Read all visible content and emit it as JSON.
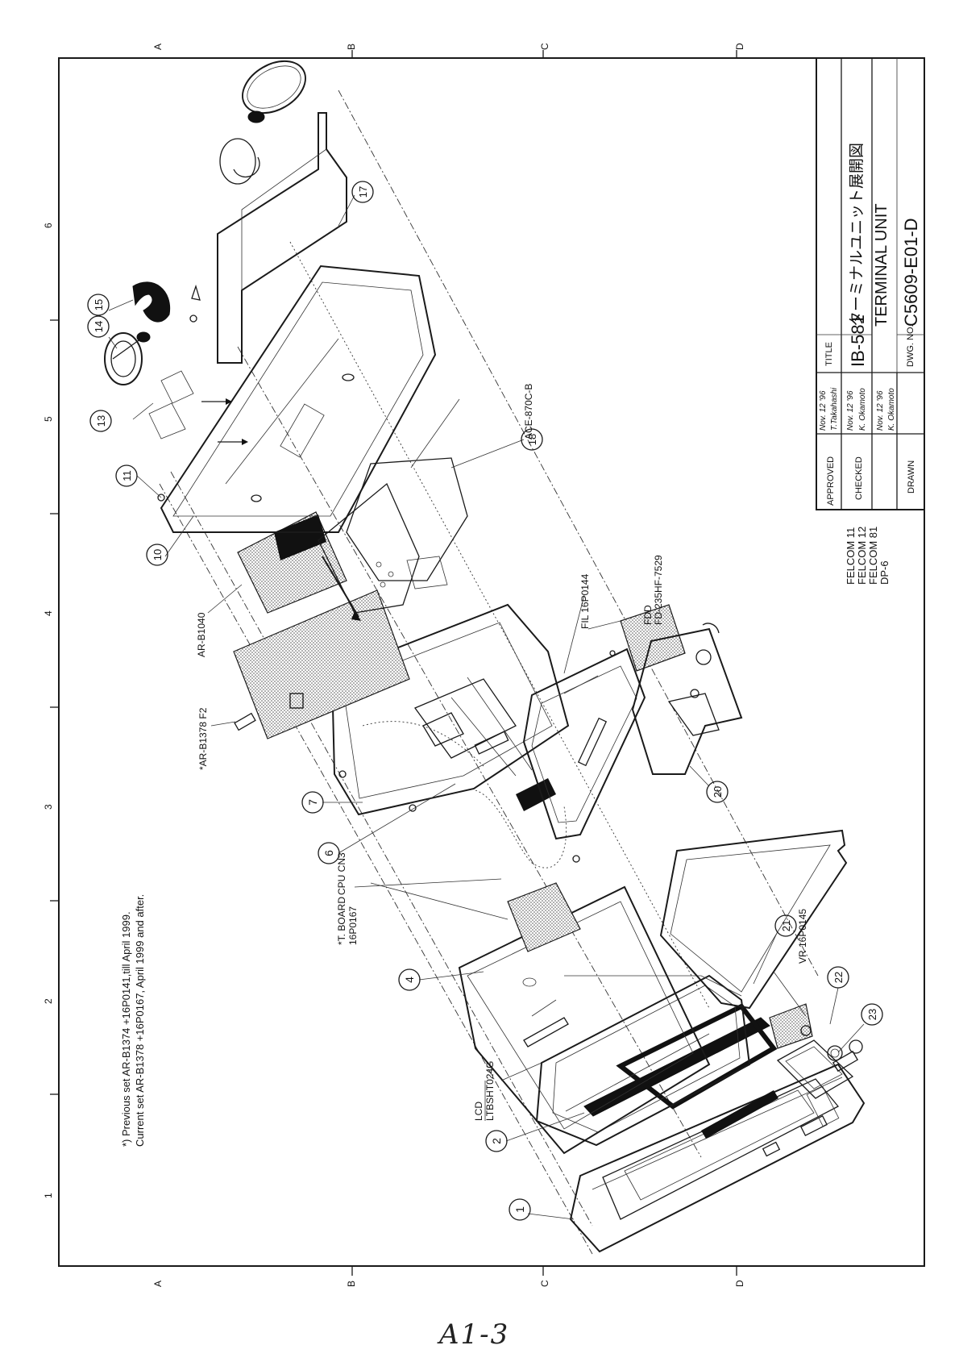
{
  "border": {
    "rows": [
      "A",
      "B",
      "C",
      "D"
    ],
    "cols": [
      "1",
      "2",
      "3",
      "4",
      "5",
      "6"
    ]
  },
  "notes": {
    "line1": "*) Previous set AR-B1374 +16P0141,till April 1999.",
    "line2": "Current set AR-B1378 +16P0167, April 1999 and after."
  },
  "title_block": {
    "approved_label": "APPROVED",
    "checked_label": "CHECKED",
    "drawn_label": "DRAWN",
    "approved_sig_date": "Nov. 12 '96",
    "approved_sig_name": "T.Takahashi",
    "checked_sig_date": "Nov. 12 '96",
    "checked_sig_name": "K. Okamoto",
    "drawn_sig_date": "Nov. 12 '96",
    "drawn_sig_name": "K. Okamoto",
    "title_label": "TITLE",
    "dwg_label": "DWG. NO.",
    "model": "IB-581",
    "title_jp": "ターミナルユニット展開図",
    "title_en": "TERMINAL UNIT",
    "dwg_no": "C5609-E01-D"
  },
  "models": [
    "FELCOM 11",
    "FELCOM 12",
    "FELCOM 81",
    "DP-6"
  ],
  "callouts": [
    "1",
    "2",
    "4",
    "6",
    "7",
    "10",
    "11",
    "13",
    "14",
    "15",
    "17",
    "18",
    "20",
    "21",
    "22",
    "23"
  ],
  "labels": {
    "lcd": "LCD",
    "lcd_part": "LTBSHT024G",
    "tboard": "*T. BOARD",
    "tboard_part": "16P0167",
    "cpu": "CPU CN3",
    "arb1378": "*AR-B1378 F2",
    "arb1040": "AR-B1040",
    "ace": "ACE-870C-B",
    "fdd": "FDD",
    "fdd_part": "FD-235HF-7529",
    "fil": "FIL 16P0144",
    "vr": "VR 16P0145"
  },
  "page_mark": "A1-3"
}
